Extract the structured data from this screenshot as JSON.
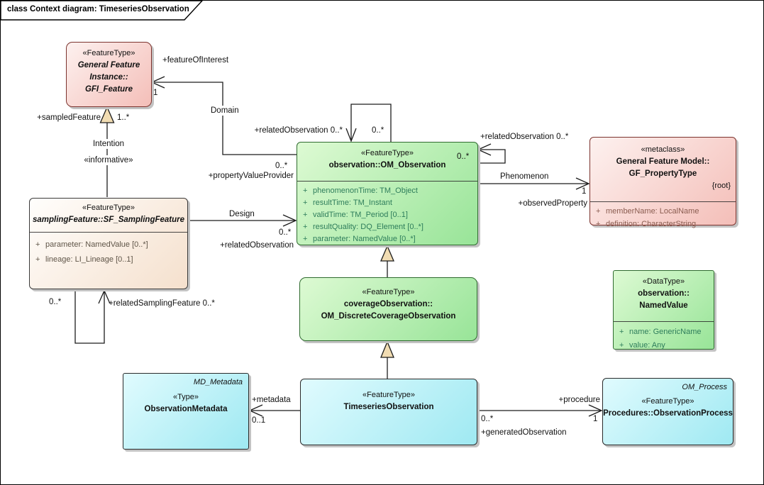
{
  "frame": {
    "title": "class Context diagram: TimeseriesObservation"
  },
  "classes": {
    "gfi": {
      "stereotype": "«FeatureType»",
      "name1": "General Feature",
      "name2": "Instance::",
      "name3": "GFI_Feature"
    },
    "sf": {
      "stereotype": "«FeatureType»",
      "name": "samplingFeature::SF_SamplingFeature",
      "attrs": [
        {
          "vis": "+",
          "text": "parameter: NamedValue [0..*]"
        },
        {
          "vis": "+",
          "text": "lineage: LI_Lineage [0..1]"
        }
      ]
    },
    "om": {
      "stereotype": "«FeatureType»",
      "name": "observation::OM_Observation",
      "attrs": [
        {
          "vis": "+",
          "text": "phenomenonTime: TM_Object"
        },
        {
          "vis": "+",
          "text": "resultTime: TM_Instant"
        },
        {
          "vis": "+",
          "text": "validTime: TM_Period [0..1]"
        },
        {
          "vis": "+",
          "text": "resultQuality: DQ_Element [0..*]"
        },
        {
          "vis": "+",
          "text": "parameter: NamedValue [0..*]"
        }
      ]
    },
    "gfp": {
      "stereotype": "«metaclass»",
      "name1": "General Feature Model::",
      "name2": "GF_PropertyType",
      "constraint": "{root}",
      "attrs": [
        {
          "vis": "+",
          "text": "memberName: LocalName"
        },
        {
          "vis": "+",
          "text": "definition: CharacterString"
        }
      ]
    },
    "dco": {
      "stereotype": "«FeatureType»",
      "name1": "coverageObservation::",
      "name2": "OM_DiscreteCoverageObservation"
    },
    "nv": {
      "stereotype": "«DataType»",
      "name1": "observation::",
      "name2": "NamedValue",
      "attrs": [
        {
          "vis": "+",
          "text": "name: GenericName"
        },
        {
          "vis": "+",
          "text": "value: Any"
        }
      ]
    },
    "tso": {
      "stereotype": "«FeatureType»",
      "name": "TimeseriesObservation"
    },
    "omd": {
      "tag": "MD_Metadata",
      "stereotype": "«Type»",
      "name": "ObservationMetadata"
    },
    "op": {
      "tag": "OM_Process",
      "stereotype": "«FeatureType»",
      "name": "Procedures::ObservationProcess"
    }
  },
  "connectors": {
    "feature_of_interest": {
      "role": "+featureOfInterest",
      "mult": "1",
      "name": "Domain",
      "far_mult": "0..*",
      "far_role": "+propertyValueProvider"
    },
    "intention": {
      "name": "Intention",
      "stereotype": "«informative»",
      "role": "+sampledFeature",
      "mult": "1..*"
    },
    "self_top": {
      "label": "+relatedObservation 0..*",
      "mult": "0..*"
    },
    "self_right": {
      "label": "+relatedObservation 0..*",
      "mult": "0..*"
    },
    "phenomenon": {
      "name": "Phenomenon",
      "mult": "1",
      "role": "+observedProperty"
    },
    "design": {
      "name": "Design",
      "mult": "0..*",
      "role": "+relatedObservation"
    },
    "self_sampling": {
      "mult": "0..*",
      "label": "+relatedSamplingFeature 0..*"
    },
    "metadata": {
      "role": "+metadata",
      "mult": "0..1"
    },
    "procedure": {
      "role": "+procedure",
      "mult": "1",
      "src_mult": "0..*",
      "src_role": "+generatedObservation"
    }
  },
  "colors": {
    "feature_fill": "#b9efb0",
    "class_fill": "#f7c9c4",
    "type_fill": "#bff1f8",
    "sampling_fill": "#f5e0cd",
    "generalization_arrow": "#f1dcb2",
    "line": "#1c1c1c"
  }
}
